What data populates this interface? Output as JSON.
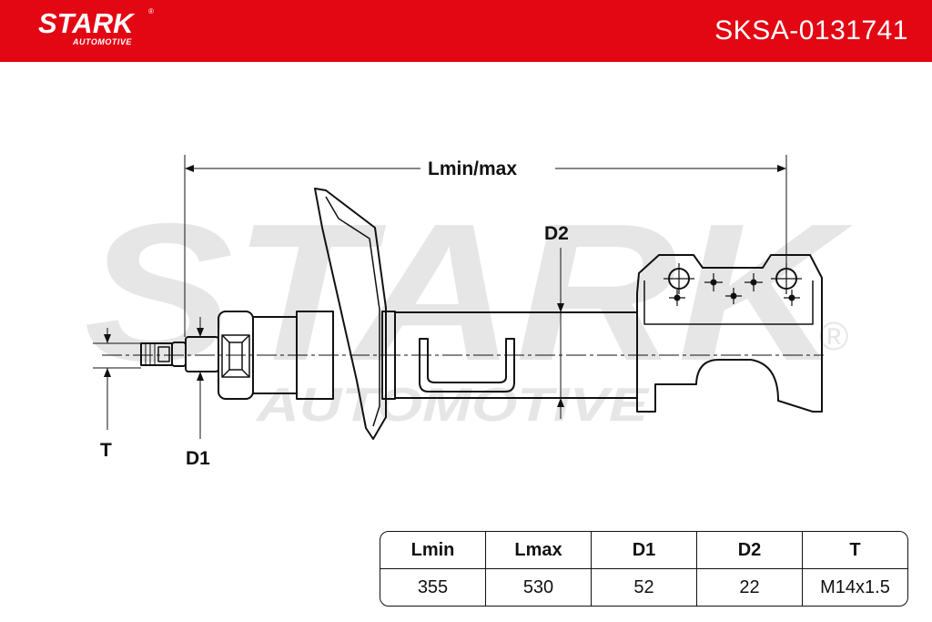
{
  "header": {
    "brand_name": "STARK",
    "brand_sub": "AUTOMOTIVE",
    "registered": "®",
    "part_number": "SKSA-0131741",
    "bg_color": "#e30613"
  },
  "watermark": {
    "text": "STARK",
    "sub": "AUTOMOTIVE",
    "registered": "®"
  },
  "drawing": {
    "label_length": "Lmin/max",
    "label_d2": "D2",
    "label_d1": "D1",
    "label_t": "T"
  },
  "specs": {
    "headers": [
      "Lmin",
      "Lmax",
      "D1",
      "D2",
      "T"
    ],
    "values": [
      "355",
      "530",
      "52",
      "22",
      "M14x1.5"
    ]
  }
}
